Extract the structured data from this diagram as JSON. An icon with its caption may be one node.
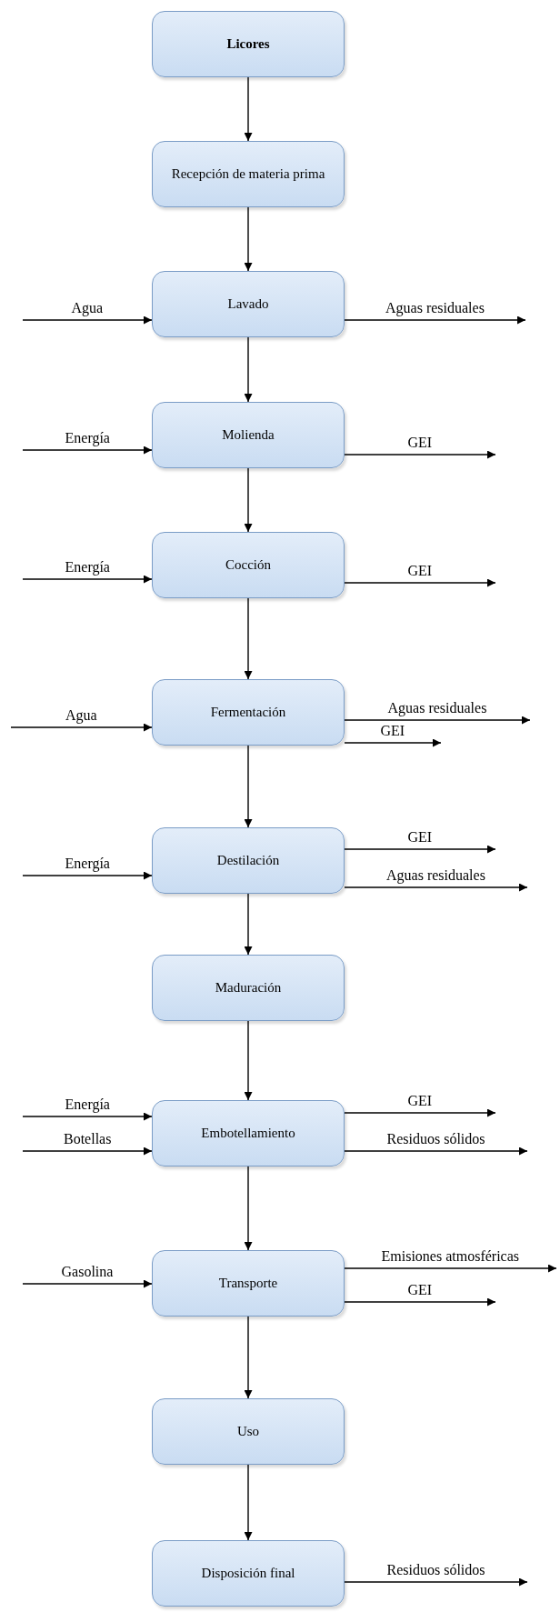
{
  "diagram": {
    "nodes": [
      {
        "text": [
          "Licores"
        ]
      },
      {
        "text": [
          "Recepción de materia prima"
        ]
      },
      {
        "text": [
          "Lavado"
        ]
      },
      {
        "text": [
          "Molienda"
        ]
      },
      {
        "text": [
          "Cocción"
        ]
      },
      {
        "text": [
          "Fermentación"
        ]
      },
      {
        "text": [
          "Destilación"
        ]
      },
      {
        "text": [
          "Maduración"
        ]
      },
      {
        "text": [
          "Embotellamiento"
        ]
      },
      {
        "text": [
          "Transporte"
        ]
      },
      {
        "text": [
          "Uso"
        ]
      },
      {
        "text": [
          "Disposición final"
        ]
      }
    ],
    "edges": [
      {
        "from": 0,
        "to": 1,
        "arrow": "to"
      },
      {
        "from": 1,
        "to": 2,
        "arrow": "to"
      },
      {
        "from": 2,
        "to": 3,
        "arrow": "to"
      },
      {
        "from": 3,
        "to": 4,
        "arrow": "to"
      },
      {
        "from": 4,
        "to": 5,
        "arrow": "to"
      },
      {
        "from": 5,
        "to": 6,
        "arrow": "to"
      },
      {
        "from": 6,
        "to": 7,
        "arrow": "to"
      },
      {
        "from": 7,
        "to": 8,
        "arrow": "to"
      },
      {
        "from": 8,
        "to": 9,
        "arrow": "to"
      },
      {
        "from": 9,
        "to": 10,
        "arrow": "to"
      },
      {
        "from": 10,
        "to": 11,
        "arrow": "to"
      },
      {
        "from": null,
        "to": 2,
        "arrow": "to",
        "label": "Agua"
      },
      {
        "from": 2,
        "to": null,
        "arrow": "to",
        "label": "Aguas residuales"
      },
      {
        "from": null,
        "to": 3,
        "arrow": "to",
        "label": "Energía"
      },
      {
        "from": 3,
        "to": null,
        "arrow": "to",
        "label": "GEI"
      },
      {
        "from": null,
        "to": 4,
        "arrow": "to",
        "label": "Energía"
      },
      {
        "from": 4,
        "to": null,
        "arrow": "to",
        "label": "GEI"
      },
      {
        "from": null,
        "to": 5,
        "arrow": "to",
        "label": "Agua"
      },
      {
        "from": 5,
        "to": null,
        "arrow": "to",
        "label": "Aguas residuales"
      },
      {
        "from": 5,
        "to": null,
        "arrow": "to",
        "label": "GEI"
      },
      {
        "from": null,
        "to": 6,
        "arrow": "to",
        "label": "Energía"
      },
      {
        "from": 6,
        "to": null,
        "arrow": "to",
        "label": "GEI"
      },
      {
        "from": 6,
        "to": null,
        "arrow": "to",
        "label": "Aguas residuales"
      },
      {
        "from": null,
        "to": 8,
        "arrow": "to",
        "label": "Energía"
      },
      {
        "from": null,
        "to": 8,
        "arrow": "to",
        "label": "Botellas"
      },
      {
        "from": 8,
        "to": null,
        "arrow": "to",
        "label": "GEI"
      },
      {
        "from": 8,
        "to": null,
        "arrow": "to",
        "label": "Residuos sólidos"
      },
      {
        "from": null,
        "to": 9,
        "arrow": "to",
        "label": "Gasolina"
      },
      {
        "from": 9,
        "to": null,
        "arrow": "to",
        "label": "Emisiones atmosféricas"
      },
      {
        "from": 9,
        "to": null,
        "arrow": "to",
        "label": "GEI"
      },
      {
        "from": 11,
        "to": null,
        "arrow": "to",
        "label": "Residuos sólidos"
      }
    ]
  }
}
